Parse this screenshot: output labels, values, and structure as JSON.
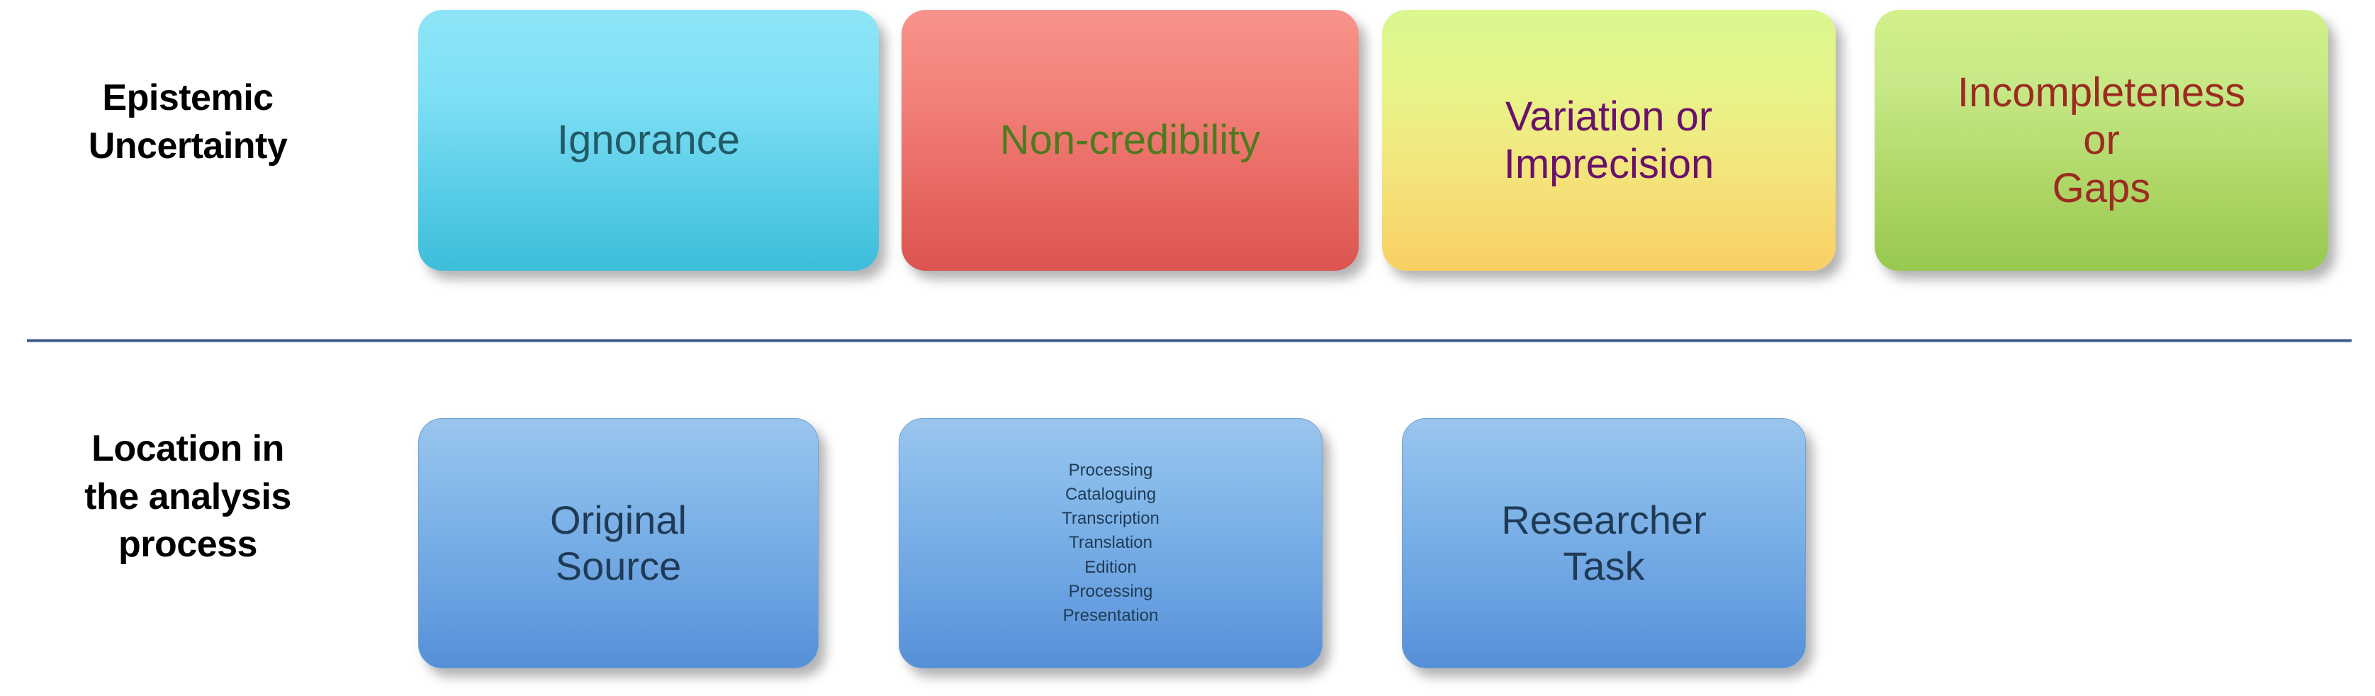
{
  "slide": {
    "background_color": "#ffffff",
    "divider_color": "#2e4e79"
  },
  "rows": [
    {
      "label": "Epistemic\nUncertainty",
      "label_color": "#000000",
      "boxes": [
        {
          "name": "ignorance",
          "text": "Ignorance",
          "fill_top": "#8ee4f7",
          "fill_bottom": "#3dbdda",
          "text_color": "#225a66"
        },
        {
          "name": "non-credibility",
          "text": "Non-credibility",
          "fill_top": "#f8938b",
          "fill_bottom": "#dc5450",
          "text_color": "#4e7a1e"
        },
        {
          "name": "variation-or-imprecision",
          "text": "Variation or\nImprecision",
          "fill_top": "#daf790",
          "fill_bottom": "#f9cf63",
          "text_color": "#6a116b"
        },
        {
          "name": "incompleteness-or-gaps",
          "text": "Incompleteness\nor\nGaps",
          "fill_top": "#d2f08b",
          "fill_bottom": "#98c84f",
          "text_color": "#9c2b22"
        }
      ]
    },
    {
      "label": "Location in\nthe analysis\nprocess",
      "label_color": "#000000",
      "boxes": [
        {
          "name": "original-source",
          "text": "Original\nSource",
          "fill_top": "#9ac5ee",
          "fill_bottom": "#558fd6",
          "text_color": "#1f3b55"
        },
        {
          "name": "process-steps",
          "text": "Processing\nCataloguing\nTranscription\nTranslation\nEdition\nProcessing\nPresentation",
          "items": [
            "Processing",
            "Cataloguing",
            "Transcription",
            "Translation",
            "Edition",
            "Processing",
            "Presentation"
          ],
          "fill_top": "#9ac5ee",
          "fill_bottom": "#558fd6",
          "text_color": "#1f3b55"
        },
        {
          "name": "researcher-task",
          "text": "Researcher\nTask",
          "fill_top": "#9ac5ee",
          "fill_bottom": "#558fd6",
          "text_color": "#1f3b55"
        }
      ]
    }
  ]
}
